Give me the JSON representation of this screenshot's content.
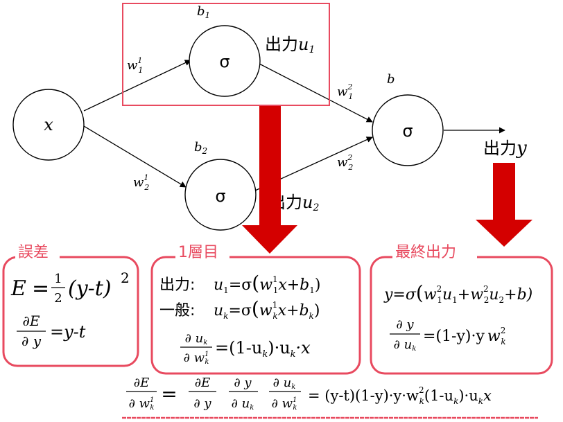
{
  "network": {
    "input_label": "x",
    "sigma": "σ",
    "bias_b1": "b",
    "bias_b1_sub": "1",
    "bias_b2": "b",
    "bias_b2_sub": "2",
    "bias_b": "b",
    "w_char": "w",
    "w11_sup": "1",
    "w11_sub": "1",
    "w21_sup": "1",
    "w21_sub": "2",
    "w12_sup": "2",
    "w12_sub": "1",
    "w22_sup": "2",
    "w22_sub": "2",
    "output_word": "出力",
    "u_char": "u",
    "u1_sub": "1",
    "u2_sub": "2",
    "y_char": "y"
  },
  "boxes": {
    "error_title": "誤差",
    "layer1_title": "1層目",
    "final_title": "最終出力"
  },
  "error_box": {
    "E": "E",
    "eq": "=",
    "half_num": "1",
    "half_den": "2",
    "paren_expr": "(y-t)",
    "square": "2",
    "dE": "∂E",
    "dy": "∂ y",
    "rhs": "=y-t"
  },
  "layer1_box": {
    "out_label": "出力:",
    "u1_expr": "u",
    "u1_sub": "1",
    "eq_sigma": "=σ",
    "w1x": "w",
    "w1_sup": "1",
    "w1_sub": "1",
    "plus_b1": "x+b",
    "b1_sub": "1",
    "close": ")",
    "gen_label": "一般:",
    "uk_expr": "u",
    "uk_sub": "k",
    "wk_sub": "k",
    "bk_sub": "k",
    "du": "∂ u",
    "du_sub": "k",
    "dw": "∂ w",
    "dw_sup": "1",
    "dw_sub": "k",
    "rhs1": "=(1-u",
    "rhs2": ")·u",
    "rhs3": "·x"
  },
  "final_box": {
    "y_eq": "y=σ",
    "w": "w",
    "w12_sup": "2",
    "w12_sub": "1",
    "u1": "u",
    "u1_sub": "1",
    "plus": "+",
    "w22_sup": "2",
    "w22_sub": "2",
    "u2": "u",
    "u2_sub": "2",
    "plus_b": "+b)",
    "dy": "∂ y",
    "du": "∂ u",
    "du_sub": "k",
    "rhs": "=(1-y)·y",
    "wk": "w",
    "wk_sup": "2",
    "wk_sub": "k"
  },
  "bottom_formula": {
    "lhs_num": "∂E",
    "lhs_den": "∂ w",
    "lhs_den_sup": "1",
    "lhs_den_sub": "k",
    "eq": "=",
    "f1_num": "∂E",
    "f1_den": "∂ y",
    "f2_num": "∂ y",
    "f2_den": "∂ u",
    "f2_den_sub": "k",
    "f3_num": "∂ u",
    "f3_num_sub": "k",
    "f3_den": "∂ w",
    "f3_den_sup": "1",
    "f3_den_sub": "k",
    "rhs_a": "= (y-t)(1-y)·y·w",
    "rhs_sup": "2",
    "rhs_sub": "k",
    "rhs_b": "(1-u",
    "rhs_b_sub": "k",
    "rhs_c": ")·u",
    "rhs_c_sub": "k",
    "rhs_d": "x"
  },
  "colors": {
    "accent_red": "#d40000",
    "box_border": "#e84a5f"
  }
}
